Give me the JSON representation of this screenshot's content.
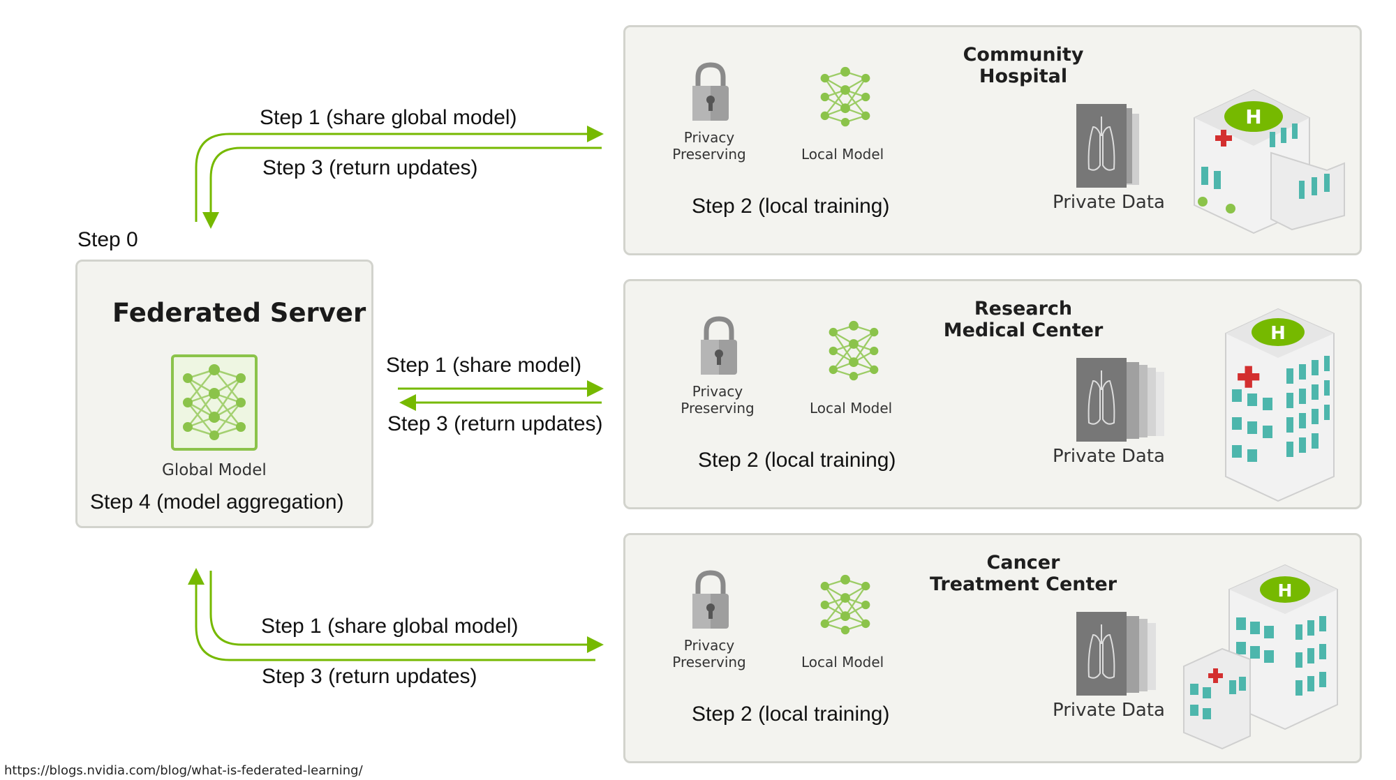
{
  "server": {
    "step0": "Step 0",
    "title": "Federated Server",
    "model_label": "Global Model",
    "step4": "Step 4 (model aggregation)"
  },
  "links": [
    {
      "step1": "Step 1 (share global model)",
      "step3": "Step 3 (return updates)"
    },
    {
      "step1": "Step 1 (share model)",
      "step3": "Step 3 (return updates)"
    },
    {
      "step1": "Step 1 (share global model)",
      "step3": "Step 3 (return updates)"
    }
  ],
  "clients": [
    {
      "title": "Community\nHospital",
      "privacy": "Privacy\nPreserving",
      "local_model": "Local Model",
      "private_data": "Private Data",
      "step2": "Step 2 (local training)"
    },
    {
      "title": "Research\nMedical Center",
      "privacy": "Privacy\nPreserving",
      "local_model": "Local Model",
      "private_data": "Private Data",
      "step2": "Step 2 (local training)"
    },
    {
      "title": "Cancer\nTreatment Center",
      "privacy": "Privacy\nPreserving",
      "local_model": "Local Model",
      "private_data": "Private Data",
      "step2": "Step 2 (local training)"
    }
  ],
  "source": "https://blogs.nvidia.com/blog/what-is-federated-learning/",
  "colors": {
    "arrow": "#76b900",
    "panel_bg": "#f3f3ef",
    "panel_border": "#d2d3cd",
    "icon_green": "#8bc34a"
  }
}
